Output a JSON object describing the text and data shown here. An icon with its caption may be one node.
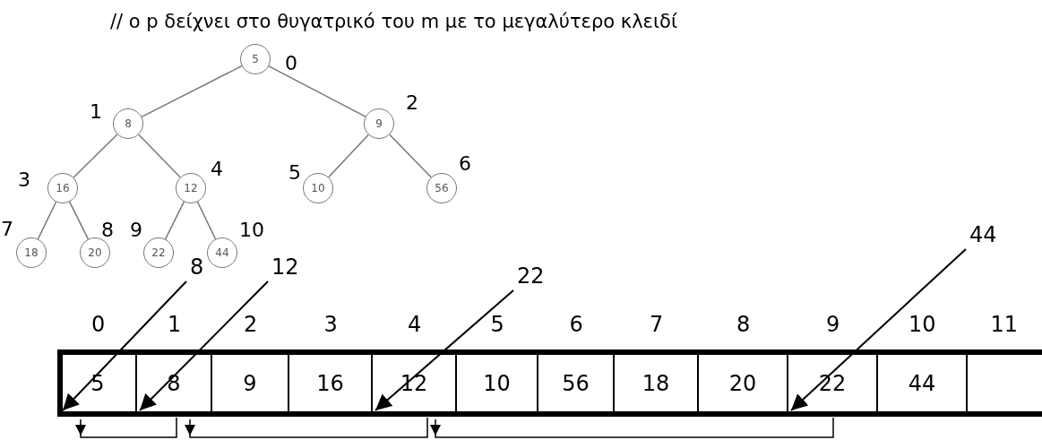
{
  "diagram": {
    "nodes": [
      {
        "text": [
          "5"
        ],
        "beside": [
          "0"
        ]
      },
      {
        "text": [
          "8"
        ],
        "beside": [
          "1"
        ]
      },
      {
        "text": [
          "9"
        ],
        "beside": [
          "2"
        ]
      },
      {
        "text": [
          "16"
        ],
        "beside": [
          "3"
        ]
      },
      {
        "text": [
          "12"
        ],
        "beside": [
          "4"
        ]
      },
      {
        "text": [
          "10"
        ],
        "beside": [
          "5"
        ]
      },
      {
        "text": [
          "56"
        ],
        "beside": [
          "6"
        ]
      },
      {
        "text": [
          "18"
        ],
        "beside": [
          "7"
        ]
      },
      {
        "text": [
          "20"
        ],
        "beside": [
          "8"
        ]
      },
      {
        "text": [
          "22"
        ],
        "beside": [
          "9"
        ]
      },
      {
        "text": [
          "44"
        ],
        "beside": [
          "10"
        ]
      },
      {
        "text": [
          "5"
        ],
        "beside": [
          "0"
        ]
      },
      {
        "text": [
          "8"
        ],
        "beside": [
          "1"
        ]
      },
      {
        "text": [
          "9"
        ],
        "beside": [
          "2"
        ]
      },
      {
        "text": [
          "16"
        ],
        "beside": [
          "3"
        ]
      },
      {
        "text": [
          "12"
        ],
        "beside": [
          "4"
        ]
      },
      {
        "text": [
          "10"
        ],
        "beside": [
          "5"
        ]
      },
      {
        "text": [
          "56"
        ],
        "beside": [
          "6"
        ]
      },
      {
        "text": [
          "18"
        ],
        "beside": [
          "7"
        ]
      },
      {
        "text": [
          "20"
        ],
        "beside": [
          "8"
        ]
      },
      {
        "text": [
          "22"
        ],
        "beside": [
          "9"
        ]
      },
      {
        "text": [
          "44"
        ],
        "beside": [
          "10"
        ]
      },
      {
        "text": [],
        "shape": "box",
        "beside": [
          "11"
        ]
      },
      {
        "text": [
          "8"
        ]
      },
      {
        "text": [
          "12"
        ]
      },
      {
        "text": [
          "22"
        ]
      },
      {
        "text": [
          "44"
        ]
      }
    ],
    "edges": [
      {
        "from": 0,
        "to": 1,
        "arrow": "none"
      },
      {
        "from": 0,
        "to": 2,
        "arrow": "none"
      },
      {
        "from": 1,
        "to": 3,
        "arrow": "none"
      },
      {
        "from": 1,
        "to": 4,
        "arrow": "none"
      },
      {
        "from": 2,
        "to": 5,
        "arrow": "none"
      },
      {
        "from": 2,
        "to": 6,
        "arrow": "none"
      },
      {
        "from": 3,
        "to": 7,
        "arrow": "none"
      },
      {
        "from": 3,
        "to": 8,
        "arrow": "none"
      },
      {
        "from": 4,
        "to": 9,
        "arrow": "none"
      },
      {
        "from": 4,
        "to": 10,
        "arrow": "none"
      },
      {
        "from": 23,
        "to": 11,
        "arrow": "to",
        "color": "#000000"
      },
      {
        "from": 24,
        "to": 12,
        "arrow": "to",
        "color": "#000000"
      },
      {
        "from": 25,
        "to": 15,
        "arrow": "to",
        "color": "#000000"
      },
      {
        "from": 26,
        "to": 20,
        "arrow": "to",
        "color": "#000000"
      },
      {
        "from": 12,
        "to": 11,
        "arrow": "to",
        "color": "#000000"
      },
      {
        "from": 15,
        "to": 12,
        "arrow": "to",
        "color": "#000000"
      },
      {
        "from": 20,
        "to": 15,
        "arrow": "to",
        "color": "#000000"
      }
    ],
    "labels": [
      "// ο p δείχνει στο θυγατρικό του m με το μεγαλύτερο κλειδί"
    ]
  }
}
